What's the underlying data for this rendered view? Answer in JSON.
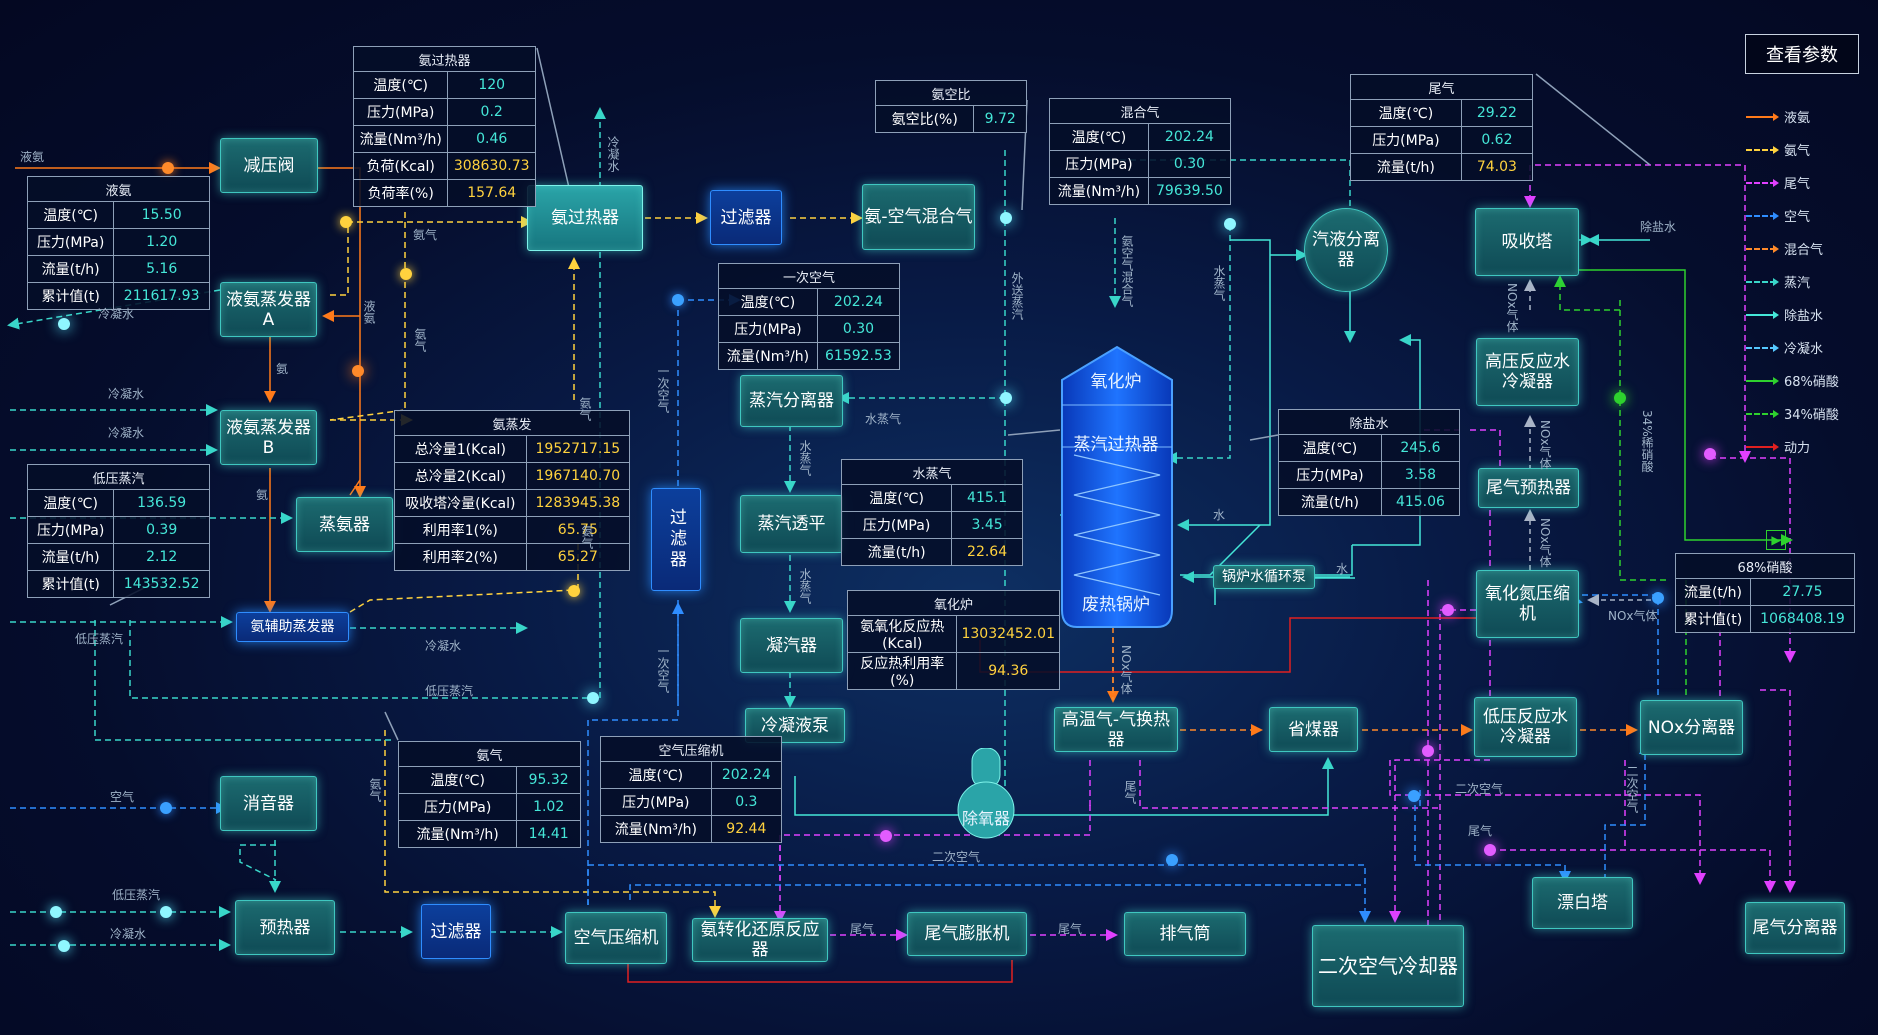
{
  "header": {
    "view_params_button": "查看参数"
  },
  "legend": [
    {
      "label": "液氨",
      "color": "#ff7a1a",
      "dashed": false
    },
    {
      "label": "氨气",
      "color": "#ffd23e",
      "dashed": true
    },
    {
      "label": "尾气",
      "color": "#e040ff",
      "dashed": true
    },
    {
      "label": "空气",
      "color": "#2f8dff",
      "dashed": true
    },
    {
      "label": "混合气",
      "color": "#ff8a2a",
      "dashed": true
    },
    {
      "label": "蒸汽",
      "color": "#39d6c9",
      "dashed": true
    },
    {
      "label": "除盐水",
      "color": "#45e7d8",
      "dashed": false
    },
    {
      "label": "冷凝水",
      "color": "#55c8ff",
      "dashed": true
    },
    {
      "label": "68%硝酸",
      "color": "#2ed12e",
      "dashed": false
    },
    {
      "label": "34%硝酸",
      "color": "#2ed12e",
      "dashed": true
    },
    {
      "label": "动力",
      "color": "#e02020",
      "dashed": false
    }
  ],
  "nodes": {
    "jianyafa": "减压阀",
    "anguoreqi": "氨过热器",
    "guolvqi1": "过滤器",
    "ankongqi_hunheqi": "氨-空气混合气",
    "qiye_fenliqi": "汽液分离器",
    "xishouta": "吸收塔",
    "yeanzhengfaqiA": "液氨蒸发器A",
    "yeanzhengfaqiB": "液氨蒸发器B",
    "zhenganqi": "蒸氨器",
    "anfuzhu": "氨辅助蒸发器",
    "zhengqi_fenliqi": "蒸汽分离器",
    "zhengqi_touping": "蒸汽透平",
    "ningqiqi": "凝汽器",
    "lengning_yebeng": "冷凝液泵",
    "guolvqi_v": "过滤器",
    "yanghualu": "氧化炉",
    "zhengqi_guoreqi": "蒸汽过热器",
    "feire_guolu": "废热锅炉",
    "guolu_shuixunhuan": "锅炉水循环泵",
    "gaoya_lengningqi": "高压反应水冷凝器",
    "weiqi_yureqi": "尾气预热器",
    "yanghuadan_yasuoji": "氧化氮压缩机",
    "gaowenqi_huanreqi": "高温气-气换热器",
    "shengmeiqi": "省煤器",
    "diya_lengningqi": "低压反应水冷凝器",
    "nox_fenliqi": "NOx分离器",
    "chuyangqi": "除氧器",
    "xiaoyinqi": "消音器",
    "yureqi": "预热器",
    "guolvqi2": "过滤器",
    "kongqi_yasuoji": "空气压缩机",
    "anzhuanhua": "氨转化还原反应器",
    "weiqi_pengzhangji": "尾气膨胀机",
    "paiqitong": "排气筒",
    "erci_lengqueqi": "二次空气冷却器",
    "piaobaita": "漂白塔",
    "weiqi_fenliqi": "尾气分离器"
  },
  "tables": {
    "anguoreqi": {
      "title": "氨过热器",
      "rows": [
        [
          "温度(℃)",
          "120",
          "v"
        ],
        [
          "压力(MPa)",
          "0.2",
          "v"
        ],
        [
          "流量(Nm³/h)",
          "0.46",
          "v"
        ],
        [
          "负荷(Kcal)",
          "308630.73",
          "y"
        ],
        [
          "负荷率(%)",
          "157.64",
          "y"
        ]
      ]
    },
    "yean": {
      "title": "液氨",
      "rows": [
        [
          "温度(℃)",
          "15.50",
          "v"
        ],
        [
          "压力(MPa)",
          "1.20",
          "v"
        ],
        [
          "流量(t/h)",
          "5.16",
          "v"
        ],
        [
          "累计值(t)",
          "211617.93",
          "v"
        ]
      ]
    },
    "diya_zhengqi": {
      "title": "低压蒸汽",
      "rows": [
        [
          "温度(℃)",
          "136.59",
          "v"
        ],
        [
          "压力(MPa)",
          "0.39",
          "v"
        ],
        [
          "流量(t/h)",
          "2.12",
          "v"
        ],
        [
          "累计值(t)",
          "143532.52",
          "v"
        ]
      ]
    },
    "ankongbi": {
      "title": "氨空比",
      "rows": [
        [
          "氨空比(%)",
          "9.72",
          "v"
        ]
      ]
    },
    "hunheqi": {
      "title": "混合气",
      "rows": [
        [
          "温度(℃)",
          "202.24",
          "v"
        ],
        [
          "压力(MPa)",
          "0.30",
          "v"
        ],
        [
          "流量(Nm³/h)",
          "79639.50",
          "v"
        ]
      ]
    },
    "weiqi": {
      "title": "尾气",
      "rows": [
        [
          "温度(℃)",
          "29.22",
          "v"
        ],
        [
          "压力(MPa)",
          "0.62",
          "v"
        ],
        [
          "流量(t/h)",
          "74.03",
          "y"
        ]
      ]
    },
    "yici_kongqi": {
      "title": "一次空气",
      "rows": [
        [
          "温度(℃)",
          "202.24",
          "v"
        ],
        [
          "压力(MPa)",
          "0.30",
          "v"
        ],
        [
          "流量(Nm³/h)",
          "61592.53",
          "v"
        ]
      ]
    },
    "anzhengfa": {
      "title": "氨蒸发",
      "rows": [
        [
          "总冷量1(Kcal)",
          "1952717.15",
          "y"
        ],
        [
          "总冷量2(Kcal)",
          "1967140.70",
          "y"
        ],
        [
          "吸收塔冷量(Kcal)",
          "1283945.38",
          "y"
        ],
        [
          "利用率1(%)",
          "65.75",
          "y"
        ],
        [
          "利用率2(%)",
          "65.27",
          "y"
        ]
      ]
    },
    "shuizhengqi": {
      "title": "水蒸气",
      "rows": [
        [
          "温度(℃)",
          "415.1",
          "v"
        ],
        [
          "压力(MPa)",
          "3.45",
          "v"
        ],
        [
          "流量(t/h)",
          "22.64",
          "y"
        ]
      ]
    },
    "chuyanshui": {
      "title": "除盐水",
      "rows": [
        [
          "温度(℃)",
          "245.6",
          "v"
        ],
        [
          "压力(MPa)",
          "3.58",
          "v"
        ],
        [
          "流量(t/h)",
          "415.06",
          "v"
        ]
      ]
    },
    "yanghualu": {
      "title": "氧化炉",
      "rows": [
        [
          "氨氧化反应热(Kcal)",
          "13032452.01",
          "y"
        ],
        [
          "反应热利用率(%)",
          "94.36",
          "y"
        ]
      ]
    },
    "xiaosuan68": {
      "title": "68%硝酸",
      "rows": [
        [
          "流量(t/h)",
          "27.75",
          "v"
        ],
        [
          "累计值(t)",
          "1068408.19",
          "v"
        ]
      ]
    },
    "anqi": {
      "title": "氨气",
      "rows": [
        [
          "温度(℃)",
          "95.32",
          "v"
        ],
        [
          "压力(MPa)",
          "1.02",
          "v"
        ],
        [
          "流量(Nm³/h)",
          "14.41",
          "v"
        ]
      ]
    },
    "kongqi_yasuoji": {
      "title": "空气压缩机",
      "rows": [
        [
          "温度(℃)",
          "202.24",
          "v"
        ],
        [
          "压力(MPa)",
          "0.3",
          "v"
        ],
        [
          "流量(Nm³/h)",
          "92.44",
          "y"
        ]
      ]
    }
  },
  "labels": {
    "yean": "液氨",
    "anqi1": "氨气",
    "lengningshui1": "冷凝水",
    "lengningshui2": "冷凝水",
    "lengningshui3": "冷凝水",
    "lengningshui4": "冷凝水",
    "lengningshui5": "冷凝水",
    "an1": "氨",
    "an2": "氨",
    "diyazhengqi1": "低压蒸汽",
    "diyazhengqi2": "低压蒸汽",
    "diyazhengqi3": "低压蒸汽",
    "kongqi": "空气",
    "shuizhengqi": "水蒸气",
    "chuyanshui": "除盐水",
    "shui1": "水",
    "shui2": "水",
    "weiqi1": "尾气",
    "weiqi2": "尾气",
    "weiqi3": "尾气",
    "ercikongqi1": "二次空气",
    "ercikongqi2": "二次空气",
    "noxqiti": "NOx气体",
    "v_lengningshui": "冷凝水",
    "v_anqi2": "氨气",
    "v_an3": "液氨",
    "v_anqi3": "氨气",
    "v_anqi4": "氨气",
    "v_yicikongqi1": "一次空气",
    "v_yicikongqi2": "一次空气",
    "v_shuizhengqi1": "水蒸气",
    "v_shuizhengqi2": "水蒸气",
    "v_shuizhengqi3": "水蒸气",
    "v_waisongzhengqi": "外送蒸汽",
    "v_ankongqi": "氨空气混合气",
    "v_noxqiti1": "NOx气体",
    "v_noxqiti2": "NOx气体",
    "v_noxqiti3": "NOx气体",
    "v_noxqiti4": "NOx气体",
    "v_xixiaosuan": "34%稀硝酸",
    "v_weiqi": "尾气",
    "v_ercikongqi": "二次空气",
    "v_anqi5": "氨气"
  }
}
